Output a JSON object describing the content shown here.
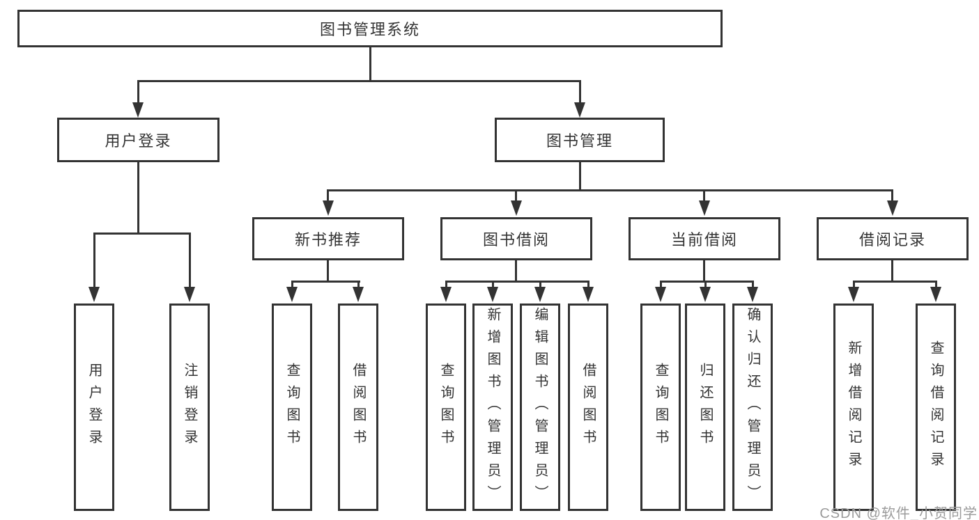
{
  "diagram": {
    "root": {
      "label": "图书管理系统"
    },
    "level2": [
      {
        "label": "用户登录"
      },
      {
        "label": "图书管理"
      }
    ],
    "level3": [
      {
        "label": "新书推荐"
      },
      {
        "label": "图书借阅"
      },
      {
        "label": "当前借阅"
      },
      {
        "label": "借阅记录"
      }
    ],
    "leaves": {
      "user_login": [
        {
          "label": "用户登录"
        },
        {
          "label": "注销登录"
        }
      ],
      "new_books": [
        {
          "label": "查询图书"
        },
        {
          "label": "借阅图书"
        }
      ],
      "book_borrow": [
        {
          "label": "查询图书"
        },
        {
          "label": "新增图书（管理员）"
        },
        {
          "label": "编辑图书（管理员）"
        },
        {
          "label": "借阅图书"
        }
      ],
      "current_borrow": [
        {
          "label": "查询图书"
        },
        {
          "label": "归还图书"
        },
        {
          "label": "确认归还（管理员）"
        }
      ],
      "borrow_records": [
        {
          "label": "新增借阅记录"
        },
        {
          "label": "查询借阅记录"
        }
      ]
    }
  },
  "watermark": {
    "text": "CSDN @软件_小贺同学"
  },
  "colors": {
    "line": "#333333",
    "text": "#333333",
    "watermark": "#9b9b9b",
    "background": "#ffffff"
  }
}
